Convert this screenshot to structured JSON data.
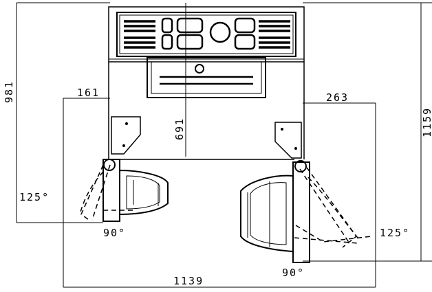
{
  "dimensions": {
    "left_height": "981",
    "right_height": "1159",
    "center_depth": "691",
    "left_offset": "161",
    "right_offset": "263",
    "total_width": "1139"
  },
  "angles": {
    "left_open": "125°",
    "left_closed": "90°",
    "right_open": "125°",
    "right_closed": "90°"
  },
  "colors": {
    "line": "#000000",
    "background": "#ffffff"
  }
}
